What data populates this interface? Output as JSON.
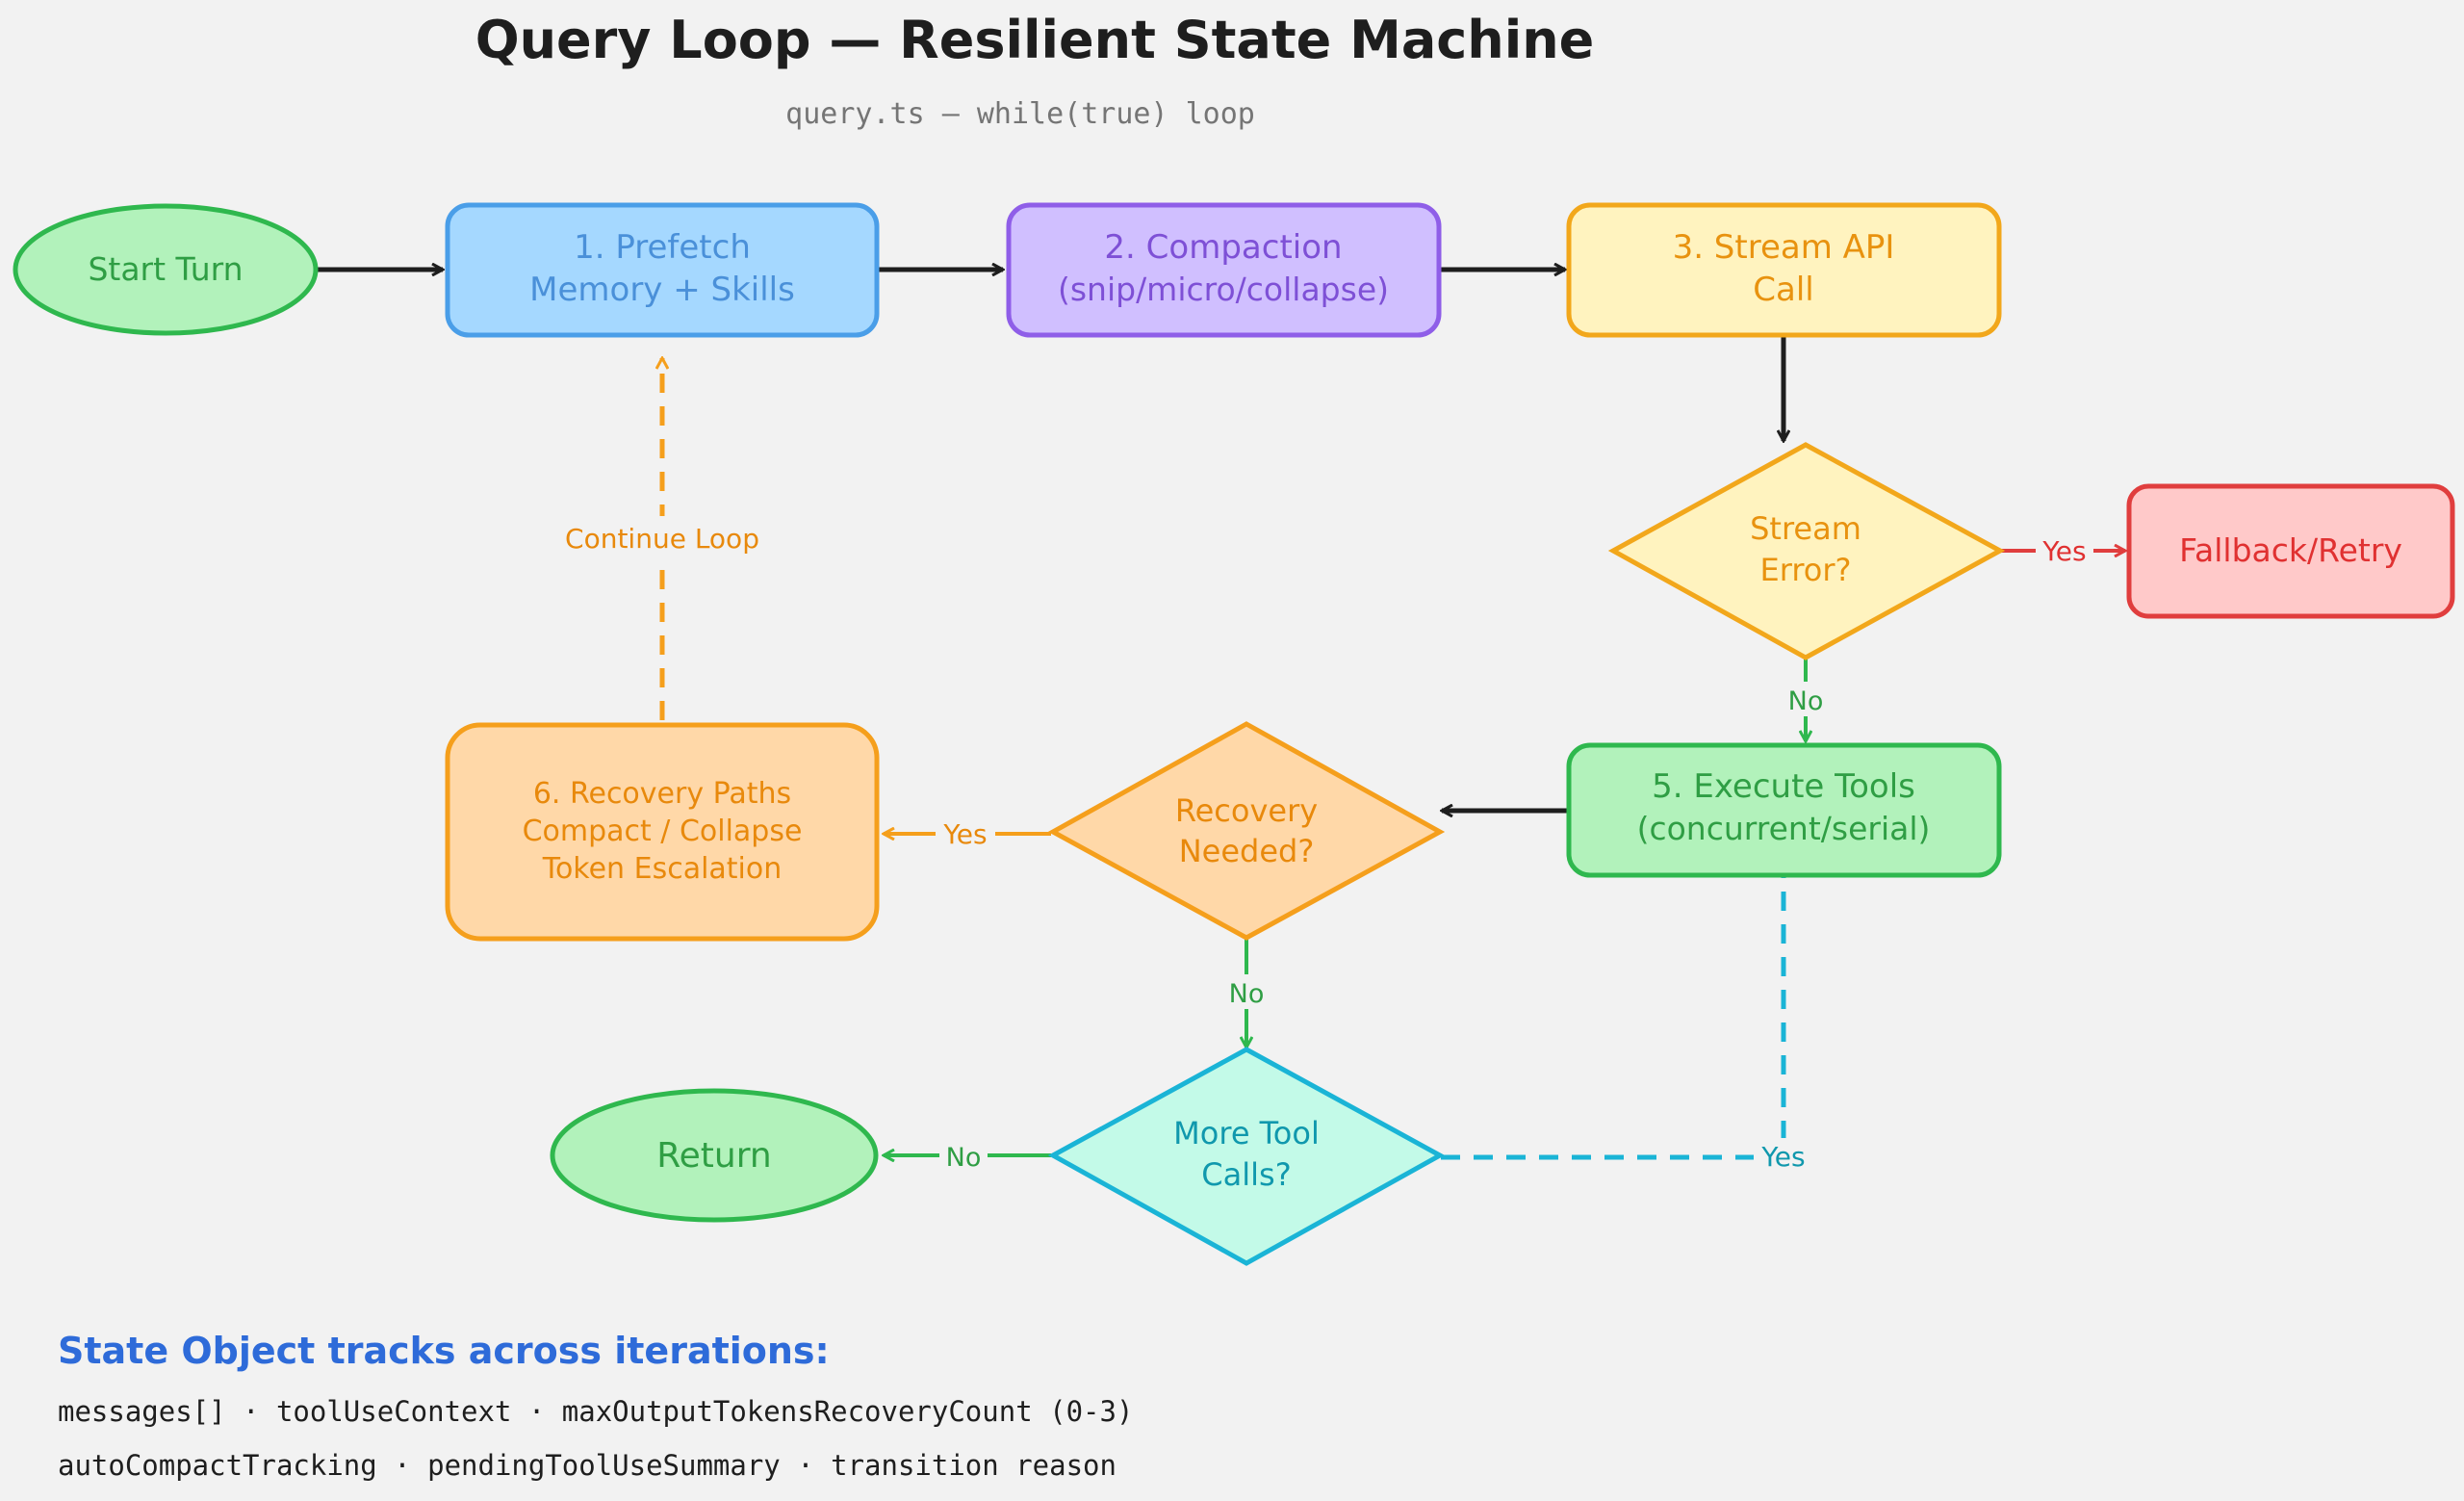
{
  "header": {
    "title": "Query Loop — Resilient State Machine",
    "subtitle": "query.ts — while(true) loop"
  },
  "nodes": {
    "start": {
      "label": "Start Turn"
    },
    "prefetch": {
      "line1": "1. Prefetch",
      "line2": "Memory + Skills"
    },
    "compaction": {
      "line1": "2. Compaction",
      "line2": "(snip/micro/collapse)"
    },
    "stream": {
      "line1": "3. Stream API",
      "line2": "Call"
    },
    "stream_error": {
      "line1": "Stream",
      "line2": "Error?"
    },
    "fallback": {
      "label": "Fallback/Retry"
    },
    "execute": {
      "line1": "5. Execute Tools",
      "line2": "(concurrent/serial)"
    },
    "recovery_needed": {
      "line1": "Recovery",
      "line2": "Needed?"
    },
    "recovery_paths": {
      "line1": "6. Recovery Paths",
      "line2": "Compact / Collapse",
      "line3": "Token Escalation"
    },
    "more_tools": {
      "line1": "More Tool",
      "line2": "Calls?"
    },
    "return": {
      "label": "Return"
    }
  },
  "edges": {
    "continue_loop": "Continue Loop",
    "stream_yes": "Yes",
    "stream_no": "No",
    "recovery_yes": "Yes",
    "recovery_no": "No",
    "more_no": "No",
    "more_yes": "Yes"
  },
  "footer": {
    "heading": "State Object tracks across iterations:",
    "line1": "messages[] · toolUseContext · maxOutputTokensRecoveryCount (0-3)",
    "line2": "autoCompactTracking · pendingToolUseSummary · transition reason"
  },
  "colors": {
    "green_fill": "#b2f2bb",
    "green_stroke": "#2fb84e",
    "green_text": "#2f9e44",
    "blue_fill": "#a5d8ff",
    "blue_stroke": "#4a9ee8",
    "blue_text": "#4a90d9",
    "purple_fill": "#d0bfff",
    "purple_stroke": "#8f5ee8",
    "purple_text": "#7e50d6",
    "yellow_fill": "#fff3bf",
    "yellow_stroke": "#f2a71b",
    "yellow_text": "#e8920f",
    "red_fill": "#ffc9c9",
    "red_stroke": "#e03e3e",
    "red_text": "#e03131",
    "orange_fill": "#ffd8a8",
    "orange_stroke": "#f59f1c",
    "orange_text": "#e8890c",
    "cyan_fill": "#c3fae8",
    "cyan_stroke": "#1ab4d6",
    "cyan_text": "#1098ad",
    "dark": "#1e1e1e",
    "footer_heading": "#2e6bd9"
  }
}
